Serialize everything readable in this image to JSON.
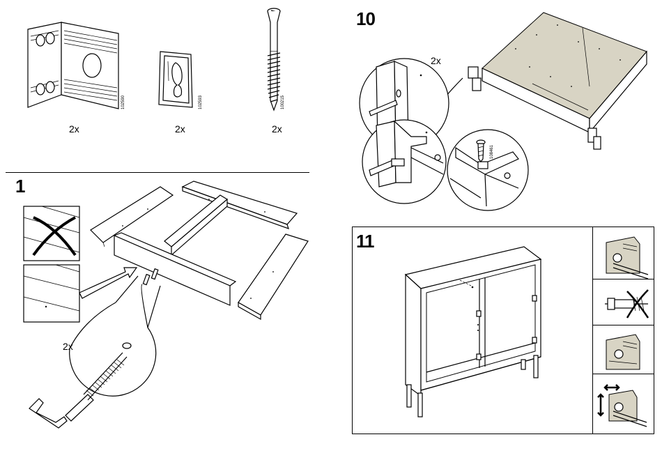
{
  "parts": [
    {
      "part_number": "102590",
      "quantity": "2x",
      "icon": "corner-bracket-icon"
    },
    {
      "part_number": "102593",
      "quantity": "2x",
      "icon": "wall-plate-icon"
    },
    {
      "part_number": "100215",
      "quantity": "2x",
      "icon": "screw-icon"
    }
  ],
  "step1": {
    "number": "1",
    "detail_quantity": "2x"
  },
  "step10": {
    "number": "10",
    "detail_quantity": "2x",
    "screw_part_number": "108461"
  },
  "step11": {
    "number": "11"
  }
}
